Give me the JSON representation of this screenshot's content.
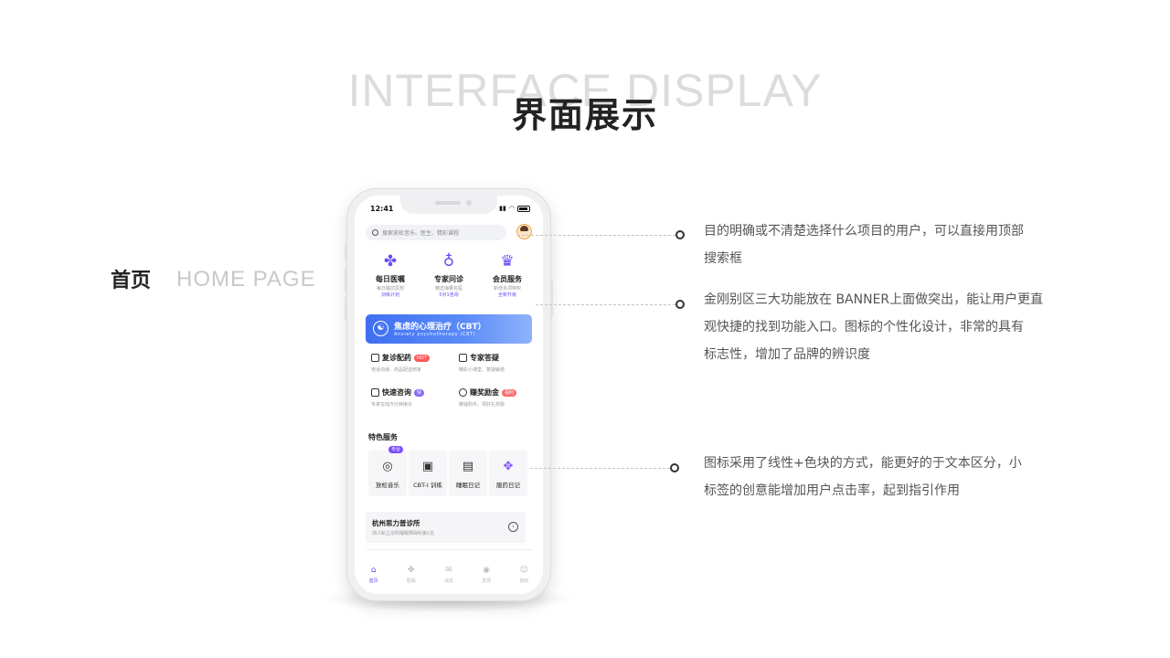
{
  "header": {
    "bg_title": "INTERFACE DISPLAY",
    "title": "界面展示"
  },
  "section": {
    "label": "首页",
    "label_en": "HOME PAGE"
  },
  "phone": {
    "status_time": "12:41",
    "search_placeholder": "搜索放松音乐、医生、精彩课程",
    "kingkong": [
      {
        "icon": "clover-icon",
        "title": "每日医嘱",
        "sub1": "每日睡前冥想",
        "sub2": "训练计划"
      },
      {
        "icon": "medal-icon",
        "title": "专家问诊",
        "sub1": "精选海量名医",
        "sub2": "5对1咨询"
      },
      {
        "icon": "vip-crown-icon",
        "title": "会员服务",
        "sub1": "新增多项特权",
        "sub2": "全新升级"
      }
    ],
    "banner": {
      "title": "焦虑的心理治疗（CBT）",
      "subtitle": "Anxiety psychotherapy (CBT)"
    },
    "services": [
      {
        "icon": "prescription-icon",
        "title": "复诊配药",
        "tag": "HOT",
        "tag_color": "#ff5a5a",
        "sub": "电话沟通、药品配送到家"
      },
      {
        "icon": "video-icon",
        "title": "专家答疑",
        "tag": "",
        "tag_color": "",
        "sub": "精彩小课堂、答疑解惑"
      },
      {
        "icon": "quick-consult-icon",
        "title": "快速咨询",
        "tag": "快",
        "tag_color": "#8a6cf5",
        "sub": "专家在线/5分钟接诊"
      },
      {
        "icon": "reward-icon",
        "title": "赚奖励金",
        "tag": "福利",
        "tag_color": "#ff6b6b",
        "sub": "赚钱购币，领好礼奖励"
      }
    ],
    "features_title": "特色服务",
    "features": [
      {
        "icon": "music-disc-icon",
        "label": "放松音乐",
        "tag": "专业"
      },
      {
        "icon": "tv-icon",
        "label": "CBT-I 训练",
        "tag": ""
      },
      {
        "icon": "sleep-diary-icon",
        "label": "睡眠日记",
        "tag": ""
      },
      {
        "icon": "medicine-diary-icon",
        "label": "服药日记",
        "tag": ""
      }
    ],
    "clinic": {
      "title": "杭州思力普诊所",
      "sub": "浙江私立诊所睡眠障碍科第1名"
    },
    "tabs": [
      {
        "icon": "home-icon",
        "label": "首页",
        "active": true
      },
      {
        "icon": "doctor-icon",
        "label": "医嘱",
        "active": false
      },
      {
        "icon": "message-icon",
        "label": "消息",
        "active": false
      },
      {
        "icon": "discover-icon",
        "label": "发现",
        "active": false
      },
      {
        "icon": "profile-icon",
        "label": "我的",
        "active": false
      }
    ]
  },
  "annotations": [
    {
      "line1": "目的明确或不清楚选择什么项目的用户，可以直接用顶部",
      "line2": "搜索框",
      "line3": ""
    },
    {
      "line1": "金刚别区三大功能放在 BANNER上面做突出，能让用户更直",
      "line2": "观快捷的找到功能入口。图标的个性化设计，非常的具有",
      "line3": "标志性，增加了品牌的辨识度"
    },
    {
      "line1": "图标采用了线性+色块的方式，能更好的于文本区分，小",
      "line2": "标签的创意能增加用户点击率，起到指引作用",
      "line3": ""
    }
  ],
  "colors": {
    "accent": "#6a4cf0",
    "banner": "#3f6ff2"
  }
}
